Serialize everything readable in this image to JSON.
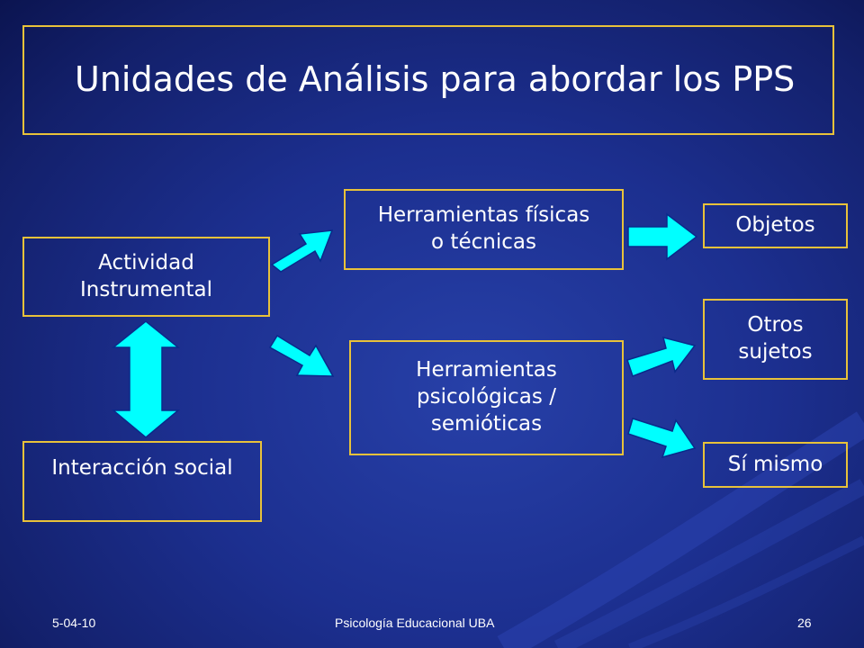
{
  "title": "Unidades de Análisis para abordar los PPS",
  "boxes": {
    "actividad": [
      "Actividad",
      "Instrumental"
    ],
    "interaccion": [
      "Interacción social"
    ],
    "herr_fisicas": [
      "Herramientas físicas",
      "o técnicas"
    ],
    "herr_psico": [
      "Herramientas",
      "psicológicas /",
      "semióticas"
    ],
    "objetos": [
      "Objetos"
    ],
    "otros": [
      "Otros",
      "sujetos"
    ],
    "si_mismo": [
      "Sí mismo"
    ]
  },
  "footer": {
    "date": "5-04-10",
    "center": "Psicología Educacional UBA",
    "page": "26"
  },
  "colors": {
    "background": "#1c2f8f",
    "border": "#e8c23a",
    "arrow": "#00ffff",
    "arrow_stroke": "#0a2a8a",
    "text": "#ffffff"
  }
}
